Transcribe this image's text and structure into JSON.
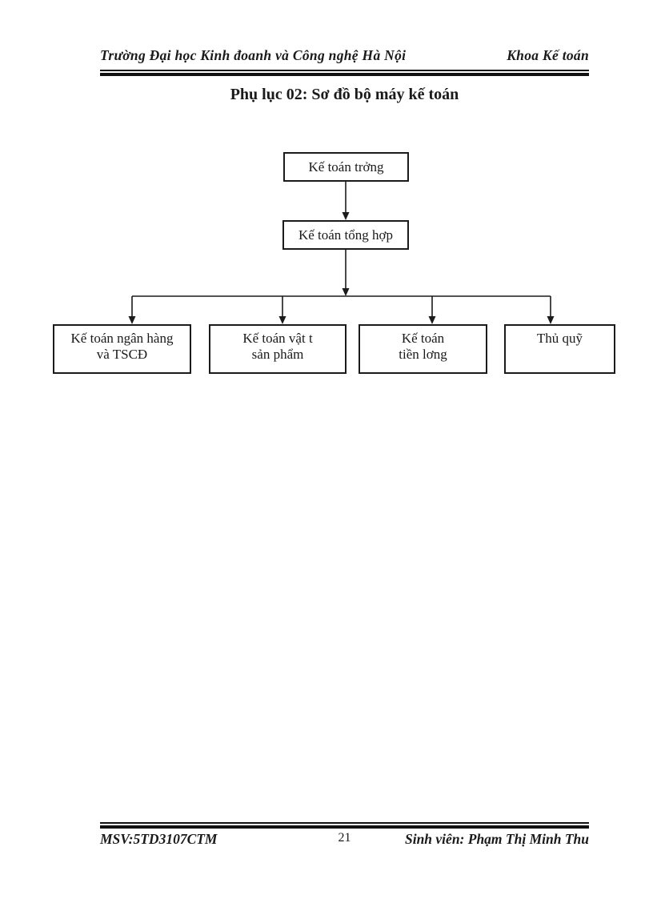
{
  "header": {
    "left": "Trường Đại học Kinh đoanh và Công nghệ Hà Nội",
    "right": "Khoa Kế toán"
  },
  "title": "Phụ lục 02: Sơ đồ bộ máy kế toán",
  "diagram": {
    "root": {
      "label": "Kế toán trởng"
    },
    "level2": {
      "label": "Kế toán tổng hợp"
    },
    "children": [
      {
        "line1": "Kế toán ngân hàng",
        "line2": "và TSCĐ"
      },
      {
        "line1": "Kế toán vật t",
        "line2": "sản phẩm"
      },
      {
        "line1": "Kế toán",
        "line2": "tiền lơng"
      },
      {
        "line1": "Thủ quỹ",
        "line2": ""
      }
    ]
  },
  "footer": {
    "left": "MSV:5TD3107CTM",
    "page_number": "21",
    "right": "Sinh viên: Phạm Thị Minh Thu"
  },
  "colors": {
    "ink": "#1a1a1a",
    "page_bg": "#ffffff"
  }
}
